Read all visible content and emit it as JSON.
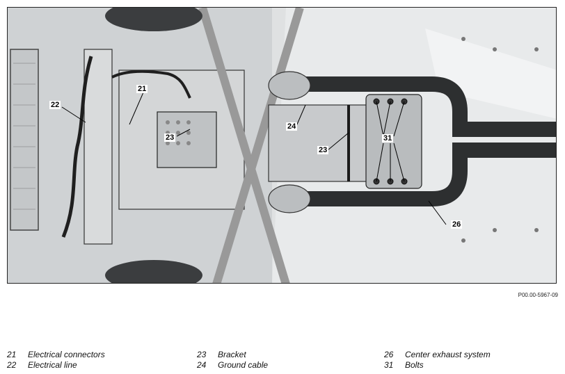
{
  "figure": {
    "code": "P00.00-5967-09",
    "callouts": {
      "c21": "21",
      "c22": "22",
      "c23a": "23",
      "c23b": "23",
      "c24": "24",
      "c26": "26",
      "c31": "31"
    }
  },
  "legend": {
    "col1": [
      {
        "num": "21",
        "text": "Electrical connectors"
      },
      {
        "num": "22",
        "text": "Electrical line"
      }
    ],
    "col2": [
      {
        "num": "23",
        "text": "Bracket"
      },
      {
        "num": "24",
        "text": "Ground cable"
      }
    ],
    "col3": [
      {
        "num": "26",
        "text": "Center exhaust system"
      },
      {
        "num": "31",
        "text": "Bolts"
      }
    ]
  }
}
